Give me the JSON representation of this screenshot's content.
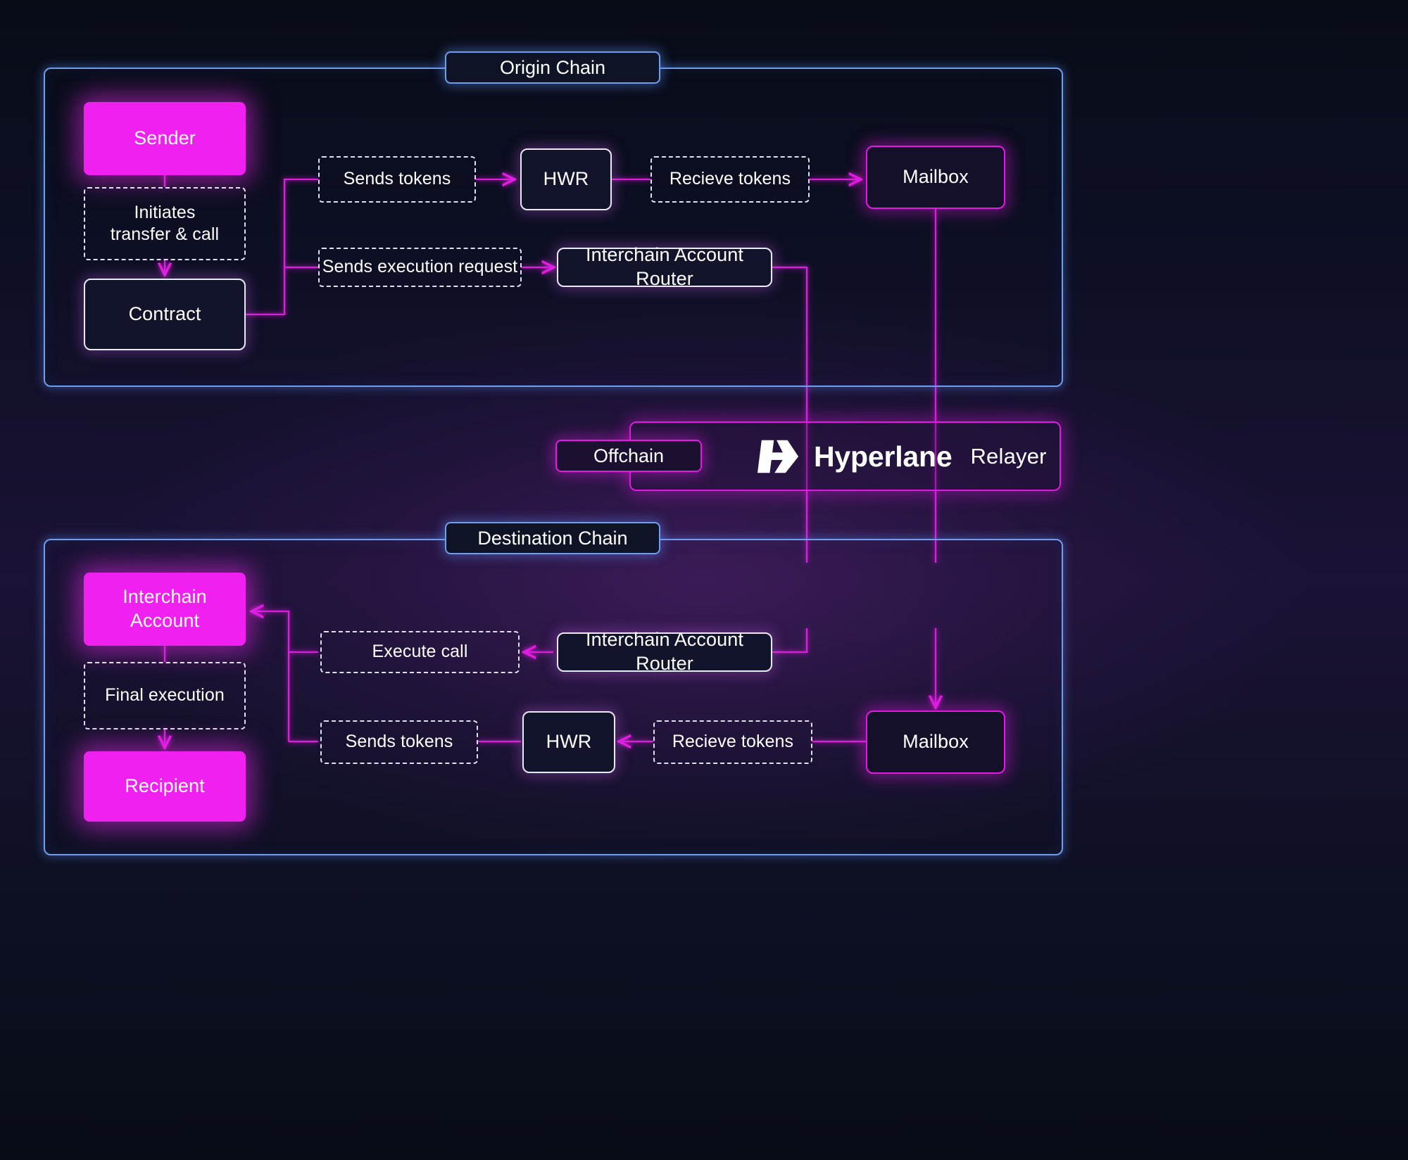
{
  "palette": {
    "magenta_fill": "#f021f0",
    "magenta_line": "#e11ae1",
    "blue_border": "#6f9eef",
    "white_border": "#e8eaf6",
    "dashed_border": "#dfe2ee",
    "background_dark": "#090d18",
    "background_mid": "#1b1235",
    "text": "#ffffff"
  },
  "origin_chain": {
    "title": "Origin Chain",
    "nodes": {
      "sender": "Sender",
      "initiates": "Initiates\ntransfer & call",
      "contract": "Contract",
      "sends_tokens": "Sends tokens",
      "hwr": "HWR",
      "recieve_tokens": "Recieve tokens",
      "mailbox": "Mailbox",
      "sends_execution_request": "Sends execution request",
      "interchain_account_router": "Interchain Account Router"
    }
  },
  "relayer": {
    "offchain_label": "Offchain",
    "brand_name": "Hyperlane",
    "brand_sub": "Relayer",
    "logo_icon": "hyperlane-logo-icon"
  },
  "destination_chain": {
    "title": "Destination Chain",
    "nodes": {
      "interchain_account": "Interchain\nAccount",
      "final_execution": "Final execution",
      "recipient": "Recipient",
      "execute_call": "Execute call",
      "interchain_account_router": "Interchain Account Router",
      "sends_tokens": "Sends tokens",
      "hwr": "HWR",
      "recieve_tokens": "Recieve tokens",
      "mailbox": "Mailbox"
    }
  }
}
